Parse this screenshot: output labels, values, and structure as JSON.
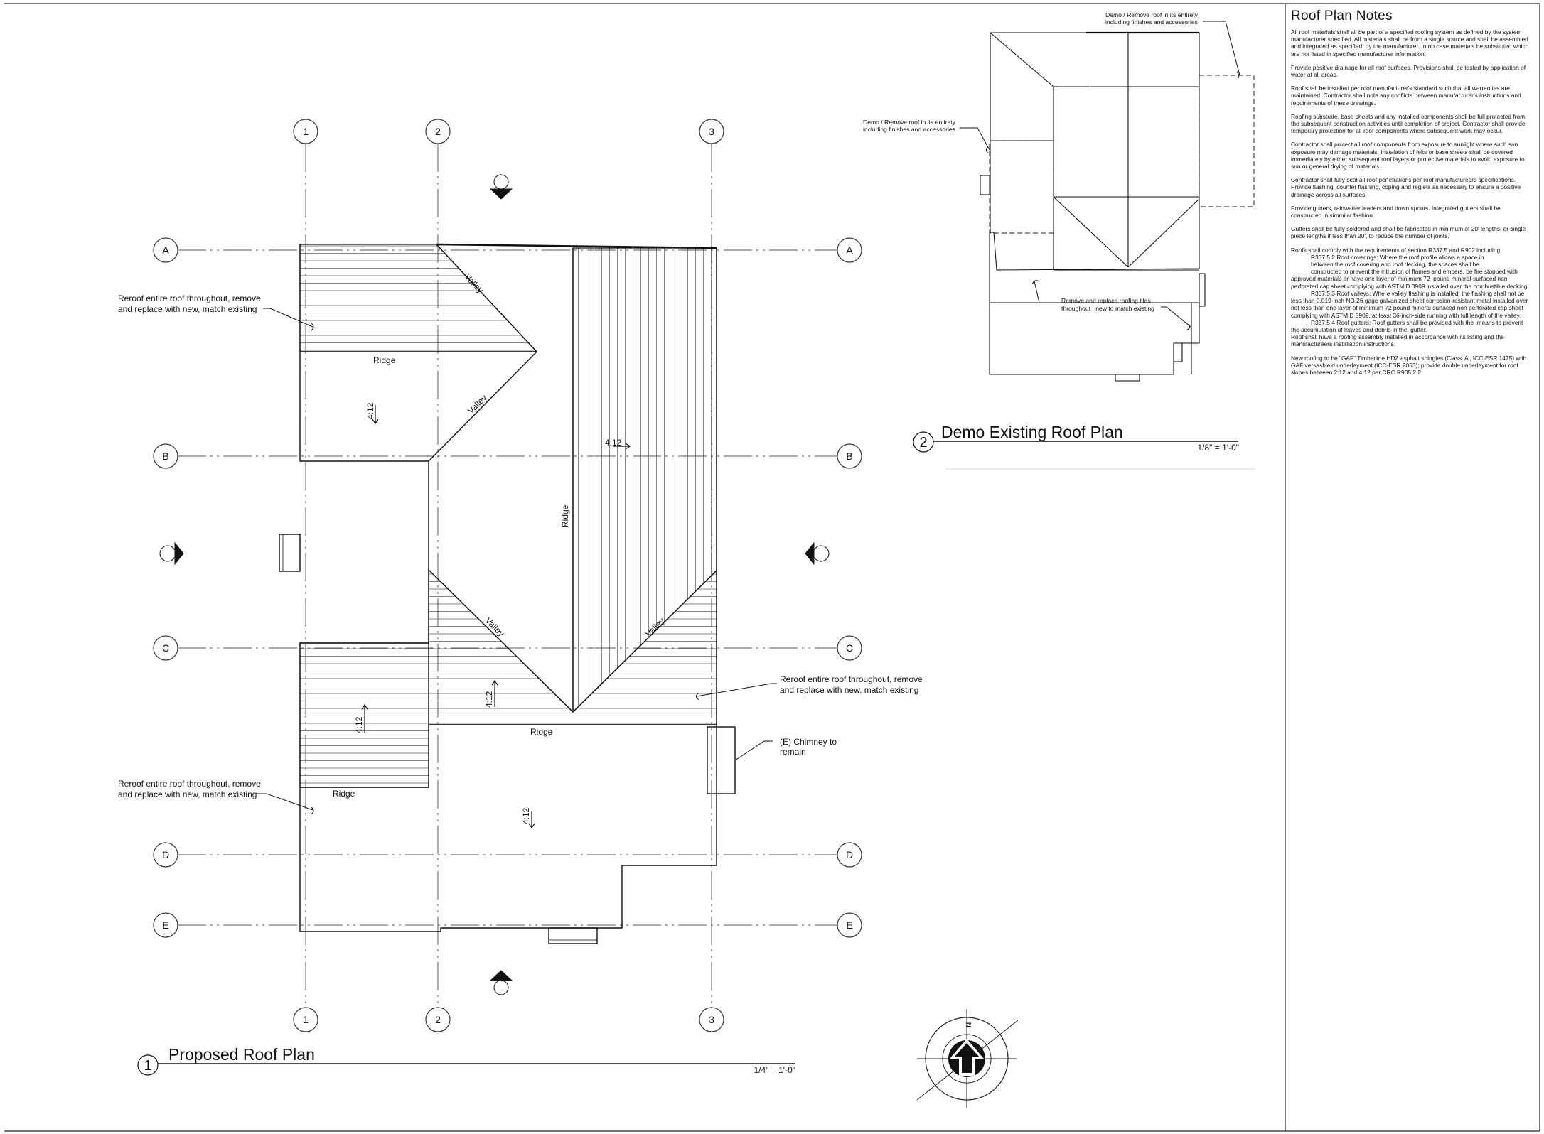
{
  "plan1": {
    "number": "1",
    "title": "Proposed Roof Plan",
    "scale": "1/4\" = 1'-0\"",
    "grid_columns": [
      "1",
      "2",
      "3"
    ],
    "grid_rows": [
      "A",
      "B",
      "C",
      "D",
      "E"
    ],
    "labels": {
      "ridge_1": "Ridge",
      "ridge_2": "Ridge",
      "ridge_3": "Ridge",
      "ridge_vertical": "Ridge",
      "valley_1": "Valley",
      "valley_2": "Valley",
      "valley_3": "Valley",
      "valley_4": "Valley",
      "slope_1": "4:12",
      "slope_2": "4:12",
      "slope_3": "4:12",
      "slope_4": "4:12",
      "slope_5": "4:12"
    },
    "callouts": {
      "reroof_top_line1": "Reroof entire roof throughout, remove",
      "reroof_top_line2": "and replace with new, match existing",
      "reroof_right_line1": "Reroof entire roof throughout, remove",
      "reroof_right_line2": "and replace with new, match existing",
      "reroof_bottom_line1": "Reroof entire roof throughout, remove",
      "reroof_bottom_line2": "and replace with new, match existing",
      "chimney_line1": "(E) Chimney to",
      "chimney_line2": "remain"
    }
  },
  "plan2": {
    "number": "2",
    "title": "Demo Existing Roof Plan",
    "scale": "1/8\" = 1'-0\"",
    "callouts": {
      "demo_top_line1": "Demo / Remove roof in its entirety",
      "demo_top_line2": "including finishes and accessories",
      "demo_left_line1": "Demo / Remove roof in its entirety",
      "demo_left_line2": "including finishes and accessories",
      "replace_line1": "Remove and replace roofing tiles",
      "replace_line2": "throughout , new to match existing"
    }
  },
  "north_arrow": {
    "label": "N"
  },
  "notes": {
    "title": "Roof Plan Notes",
    "paragraphs": [
      "All roof materials shall all be part of a specified roofing system as defined by the system manufacturer specified. All materials shall be from a single source and shall be assembled and integrated as specified. by the manufacturer. In no case materials be subsituted which are not listed in specified manufacturer information.",
      "Provide positive drainage for all roof surfaces. Provisions shall be tested by application of water at all areas.",
      "Roof shall be installed per roof manufacturer's standard such that all warranties are maintained. Contractor shall note any conflicts between manufacturer's instructions and requirements of these drawings.",
      "Roofing substrate, base sheets and any installed components shall be full protected from the subsequent construction activities until completion of project. Contractor shall provide temporary protection for all roof components where subsequent work may occur.",
      "Contractor shall protect all roof components from exposure to sunlight where such sun exposure may damage materials. Instalation of felts or base sheets shall be covered immediately by either subsequent roof layers or protective materials to avoid exposure to sun or general drying of materials.",
      "Contractor shall fully seal all roof penetrations per roof manufactureers specifications. Provide flashing, counter flashing, coping and reglets as necessary to ensure a positive drainage across all surfaces.",
      "Provide gutters, rainwatter leaders and down spouts. Integrated gutters shall be constructed in simmilar fashion.",
      "Gutters shall be fully soldered and shall be fabricated in minimum of 20' lengths, or single piece lengths if less than 20', to reduce the number of joints.",
      "Roofs shall comply with the requirements of section R337.5 and R902 including:\n            R337.5.2 Roof coverings: Where the roof profile allows a space in\n            between the roof covering and roof decking, the spaces shall be\n            constructed to prevent the intrusion of flames and embers, be fire stopped with approved materials or have one layer of minimum 72  pound mineral-surfaced non perforated cap sheet complying with ASTM D 3909 installed over the combustible decking.\n            R337.5.3 Roof valleys: Where valley flashing is installed, the flashing shall not be less than 0.019-inch NO.26 gage galvanized sheet corrosion-resistant metal installed over not less than one layer of minimum 72 pound mineral surfaced non perforated cap sheet complying with ASTM D 3909, at least 36-inch-side running with full length of the valley.\n            R337.5.4 Roof gutters: Roof gutters shall be provided with the  means to prevent the accumulation of leaves and debris in the  gutter.\nRoof shall have a roofing assembly installed in accordance with its listing and the manufactureers installation instructions.",
      "New roofing to be \"GAF\" Timberline HDZ asphalt shingles (Class 'A', ICC-ESR 1475) with GAF versashield underlayment (ICC-ESR 2053); provide double underlayment for roof slopes between 2:12 and 4:12 per CRC R905.2.2"
    ]
  }
}
